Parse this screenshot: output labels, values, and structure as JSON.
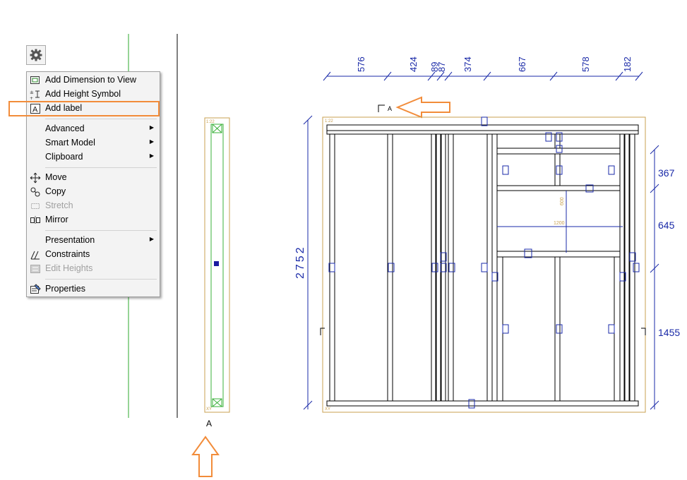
{
  "menu": {
    "items": [
      {
        "label": "Add Dimension to View",
        "icon": "add-dimension-icon",
        "enabled": true
      },
      {
        "label": "Add Height Symbol",
        "icon": "height-symbol-icon",
        "enabled": true
      },
      {
        "label": "Add label",
        "icon": "label-A-icon",
        "enabled": true,
        "highlighted": true
      },
      {
        "label": "Advanced",
        "submenu": true,
        "enabled": true
      },
      {
        "label": "Smart Model",
        "submenu": true,
        "enabled": true
      },
      {
        "label": "Clipboard",
        "submenu": true,
        "enabled": true
      },
      {
        "label": "Move",
        "icon": "move-icon",
        "enabled": true
      },
      {
        "label": "Copy",
        "icon": "copy-icon",
        "enabled": true
      },
      {
        "label": "Stretch",
        "icon": "stretch-icon",
        "enabled": false
      },
      {
        "label": "Mirror",
        "icon": "mirror-icon",
        "enabled": true
      },
      {
        "label": "Presentation",
        "submenu": true,
        "enabled": true
      },
      {
        "label": "Constraints",
        "icon": "constraints-icon",
        "enabled": true
      },
      {
        "label": "Edit Heights",
        "icon": "edit-heights-icon",
        "enabled": false
      },
      {
        "label": "Properties",
        "icon": "properties-icon",
        "enabled": true
      }
    ],
    "submenu_glyph": "▶"
  },
  "drawing": {
    "section_label": "A",
    "view_label": "A",
    "top_dimensions": [
      "576",
      "424",
      "89",
      "87",
      "374",
      "667",
      "578",
      "182"
    ],
    "left_dimension": "2752",
    "right_dimensions": [
      "367",
      "645",
      "1455"
    ],
    "opening_height": "600",
    "opening_width": "1200",
    "corner_tag_top": "1:22",
    "corner_tag_bottom": "XY",
    "side_tag_top": "1:22",
    "side_tag_bottom": "XY"
  },
  "colors": {
    "accent_orange": "#f28c3a",
    "dimension_blue": "#1a2aa8",
    "frame_gold": "#c8a050",
    "side_green": "#3ab03a",
    "menu_bg": "#f3f3f3"
  }
}
